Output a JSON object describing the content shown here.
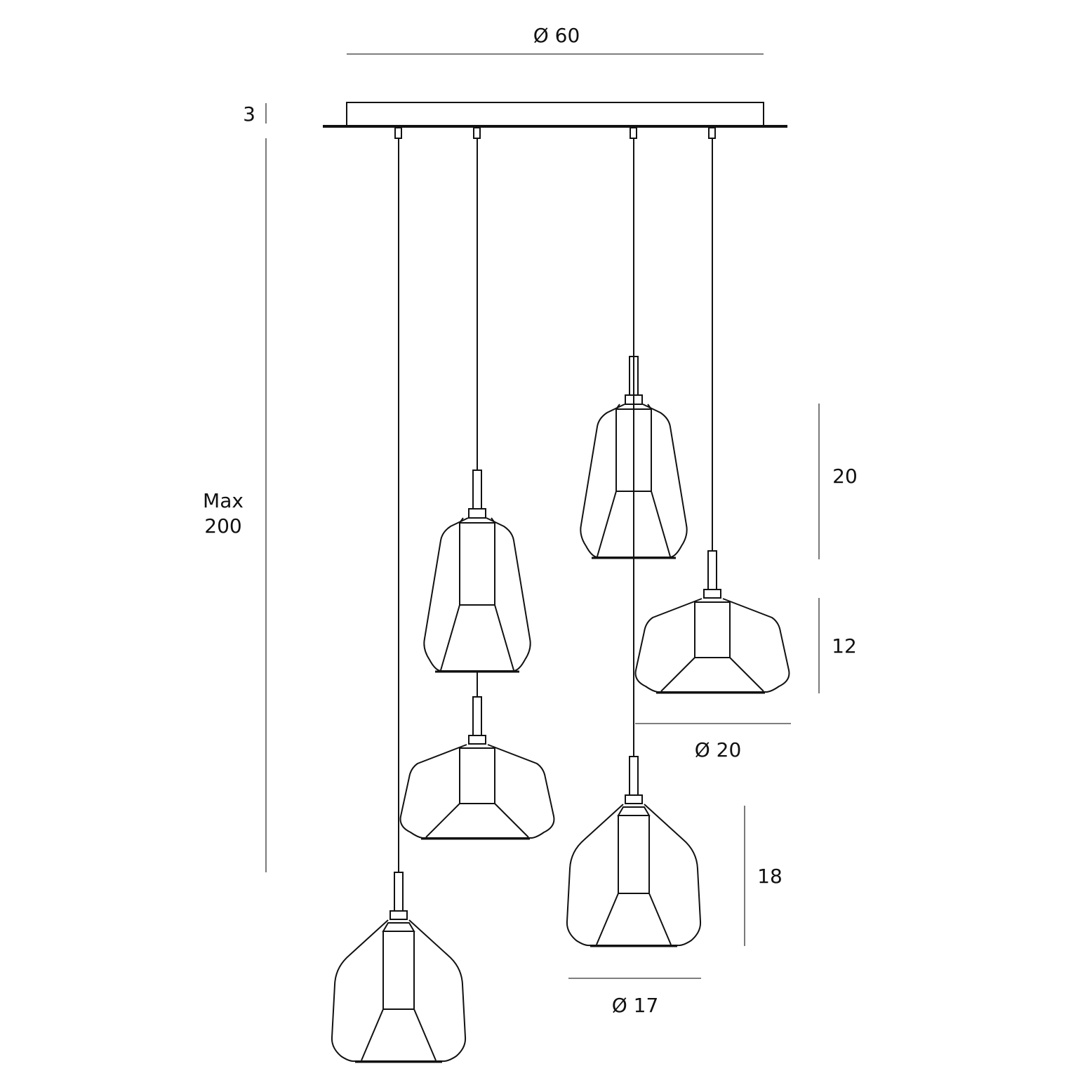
{
  "labels": {
    "canopy_diameter": "Ø 60",
    "canopy_height": "3",
    "max_length_line1": "Max",
    "max_length_line2": "200",
    "tall_shade_height": "20",
    "wide_shade_height": "12",
    "wide_shade_diameter": "Ø 20",
    "round_shade_height": "18",
    "round_shade_diameter": "Ø 17"
  },
  "colors": {
    "line": "#111111",
    "background": "#ffffff"
  },
  "lamps": [
    {
      "type": "round"
    },
    {
      "type": "tall"
    },
    {
      "type": "wide"
    },
    {
      "type": "tall"
    },
    {
      "type": "round"
    },
    {
      "type": "wide"
    }
  ]
}
